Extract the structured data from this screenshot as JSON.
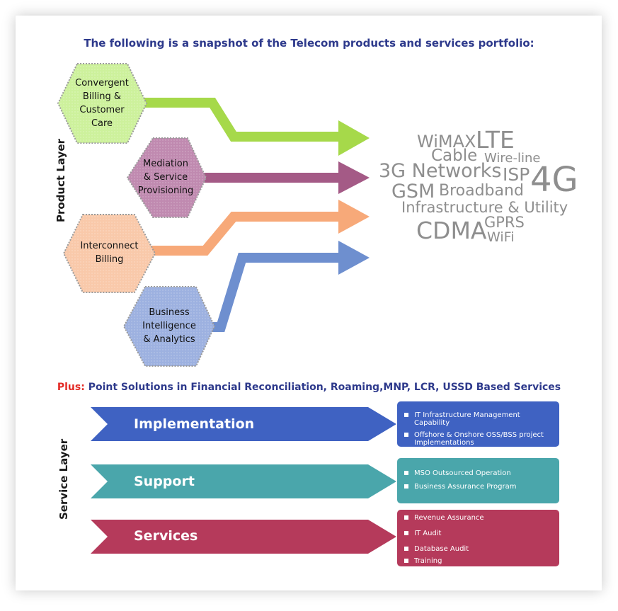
{
  "title": "The following is a snapshot of the Telecom products and services portfolio:",
  "product_layer": {
    "label": "Product Layer",
    "products": [
      {
        "label": "Convergent\nBilling &\nCustomer\nCare",
        "color": "#a6d94a"
      },
      {
        "label": "Mediation\n& Service\nProvisioning",
        "color": "#a45a86"
      },
      {
        "label": "Interconnect\nBilling",
        "color": "#f7a979"
      },
      {
        "label": "Business\nIntelligence\n& Analytics",
        "color": "#6e8fcf"
      }
    ]
  },
  "word_cloud": {
    "wimax": "WiMAX",
    "lte": "LTE",
    "cable": "Cable",
    "wireline": "Wire-line",
    "networks": "3G Networks",
    "isp": "ISP",
    "g4": "4G",
    "gsm": "GSM",
    "broadband": "Broadband",
    "infra": "Infrastructure & Utility",
    "cdma": "CDMA",
    "gprs": "GPRS",
    "wifi": "WiFi"
  },
  "plus_line": {
    "prefix": "Plus:",
    "text": "Point Solutions in Financial Reconciliation, Roaming,MNP, LCR, USSD Based Services"
  },
  "service_layer": {
    "label": "Service Layer",
    "services": [
      {
        "name": "Implementation",
        "color": "#3f62c2",
        "items": [
          "IT Infrastructure Management Capability",
          "Offshore & Onshore OSS/BSS project Implementations"
        ]
      },
      {
        "name": "Support",
        "color": "#4aa6ab",
        "items": [
          "MSO Outsourced Operation",
          "Business Assurance Program"
        ]
      },
      {
        "name": "Services",
        "color": "#b53a5b",
        "items": [
          "Revenue Assurance",
          "IT Audit",
          "Database Audit",
          "Training"
        ]
      }
    ]
  }
}
